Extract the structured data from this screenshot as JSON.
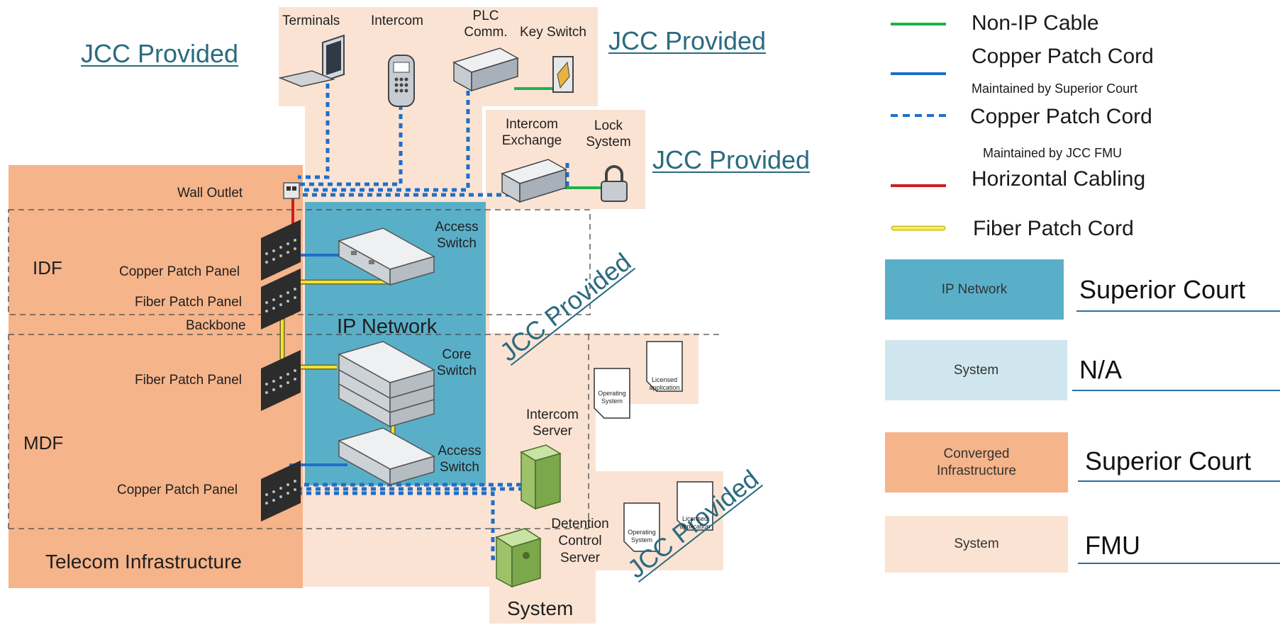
{
  "diagram": {
    "jcc_label": "JCC Provided",
    "devices": {
      "terminals": "Terminals",
      "intercom": "Intercom",
      "plc_line1": "PLC",
      "plc_line2": "Comm.",
      "key_switch": "Key Switch",
      "intercom_exchange_line1": "Intercom",
      "intercom_exchange_line2": "Exchange",
      "lock_system_line1": "Lock",
      "lock_system_line2": "System",
      "wall_outlet": "Wall Outlet",
      "access_switch_line1": "Access",
      "access_switch_line2": "Switch",
      "core_switch_line1": "Core",
      "core_switch_line2": "Switch",
      "intercom_server_line1": "Intercom",
      "intercom_server_line2": "Server",
      "detention_line1": "Detention",
      "detention_line2": "Control",
      "detention_line3": "Server",
      "operating_system_line1": "Operating",
      "operating_system_line2": "System",
      "licensed_app_line1": "Licensed",
      "licensed_app_line2": "application"
    },
    "panels": {
      "copper_patch_panel": "Copper Patch Panel",
      "fiber_patch_panel": "Fiber Patch Panel",
      "backbone": "Backbone"
    },
    "zones": {
      "idf": "IDF",
      "mdf": "MDF",
      "ip_network": "IP Network",
      "telecom_infrastructure": "Telecom Infrastructure",
      "system": "System"
    }
  },
  "legend": {
    "lines": [
      {
        "label": "Non-IP Cable",
        "color": "#1db34a",
        "style": "solid"
      },
      {
        "label": "Copper Patch Cord",
        "note": "Maintained by Superior Court",
        "color": "#1f6fc9",
        "style": "solid"
      },
      {
        "label": "Copper Patch Cord",
        "note": "Maintained by JCC FMU",
        "color": "#1f6fc9",
        "style": "dashed"
      },
      {
        "label": "Horizontal Cabling",
        "color": "#cc1f1f",
        "style": "solid"
      },
      {
        "label": "Fiber Patch Cord",
        "color": "#f2e230",
        "style": "solid"
      }
    ],
    "boxes": [
      {
        "label": "IP Network",
        "owner": "Superior Court",
        "color": "#5aafc8"
      },
      {
        "label": "System",
        "owner": "N/A",
        "color": "#cfe6ee"
      },
      {
        "label_line1": "Converged",
        "label_line2": "Infrastructure",
        "owner": "Superior Court",
        "color": "#f5b48a"
      },
      {
        "label": "System",
        "owner": "FMU",
        "color": "#fbe3d3"
      }
    ]
  },
  "colors": {
    "converged": "#f5b48a",
    "system": "#fbe3d3",
    "ip_network": "#5aafc8",
    "jcc_text": "#2a6b80",
    "copper": "#1f6fc9",
    "fiber": "#f2e230",
    "non_ip": "#1db34a",
    "horizontal": "#cc1f1f"
  }
}
